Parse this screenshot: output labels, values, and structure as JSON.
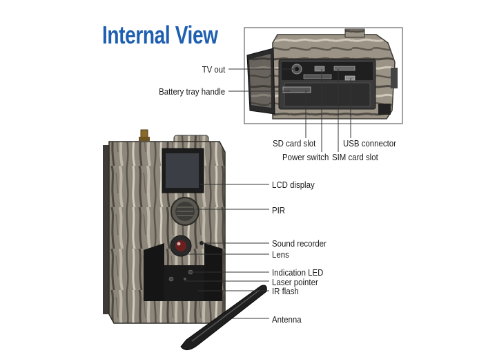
{
  "title": "Internal View",
  "labels": {
    "tv_out": "TV out",
    "battery_tray_handle": "Battery tray handle",
    "sd_card_slot": "SD card slot",
    "power_switch": "Power switch",
    "usb_connector": "USB connector",
    "sim_card_slot": "SIM card slot",
    "lcd_display": "LCD display",
    "pir": "PIR",
    "sound_recorder": "Sound recorder",
    "lens": "Lens",
    "indication_led": "Indication LED",
    "laser_pointer": "Laser pointer",
    "ir_flash": "IR flash",
    "antenna": "Antenna"
  },
  "colors": {
    "title": "#1f5fb0",
    "camo_base": "#8a8478",
    "camo_dark": "#4a4640",
    "camo_light": "#c9c3b6",
    "leader": "#333333"
  }
}
